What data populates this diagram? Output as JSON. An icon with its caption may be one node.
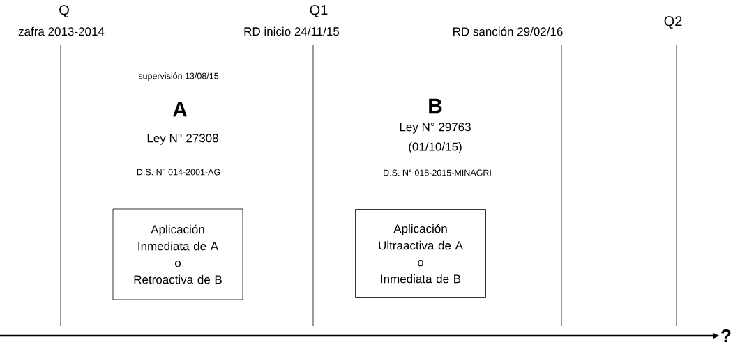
{
  "diagram": {
    "nodes": [
      {
        "text": [
          "Aplicación Inmediata de A",
          "o",
          "Retroactiva de B"
        ]
      },
      {
        "text": [
          "Aplicación Ultraactiva de A",
          "o",
          "Inmediata de B"
        ]
      },
      {
        "text": [
          "?"
        ]
      }
    ],
    "edges": [
      {
        "from": null,
        "to": 2,
        "arrow": "to"
      }
    ],
    "labels": [
      "Q",
      "Q1",
      "Q2",
      "zafra 2013-2014",
      "RD inicio 24/11/15",
      "RD sanción 29/02/16",
      "supervisión 13/08/15",
      "A",
      "Ley N° 27308",
      "D.S. N° 014-2001-AG",
      "B",
      "Ley N° 29763",
      "(01/10/15)",
      "D.S. N° 018-2015-MINAGRI"
    ]
  }
}
